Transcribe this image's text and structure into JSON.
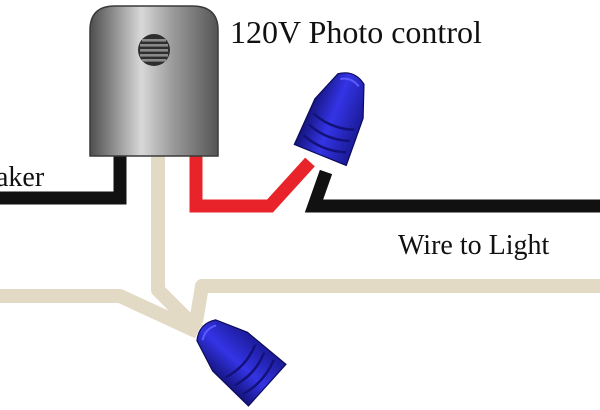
{
  "labels": {
    "photo_control": "120V Photo control",
    "breaker": "aker",
    "wire_to_light": "Wire to Light"
  },
  "colors": {
    "background": "#ffffff",
    "black_wire": "#111111",
    "red_wire": "#e8232a",
    "neutral_wire": "#e2dac4",
    "wire_nut": "#2b2bd8",
    "wire_nut_dark": "#12127a",
    "photocell_body": "#707070",
    "photocell_highlight": "#d6d6d6",
    "sensor_dark": "#2e2e2e"
  }
}
